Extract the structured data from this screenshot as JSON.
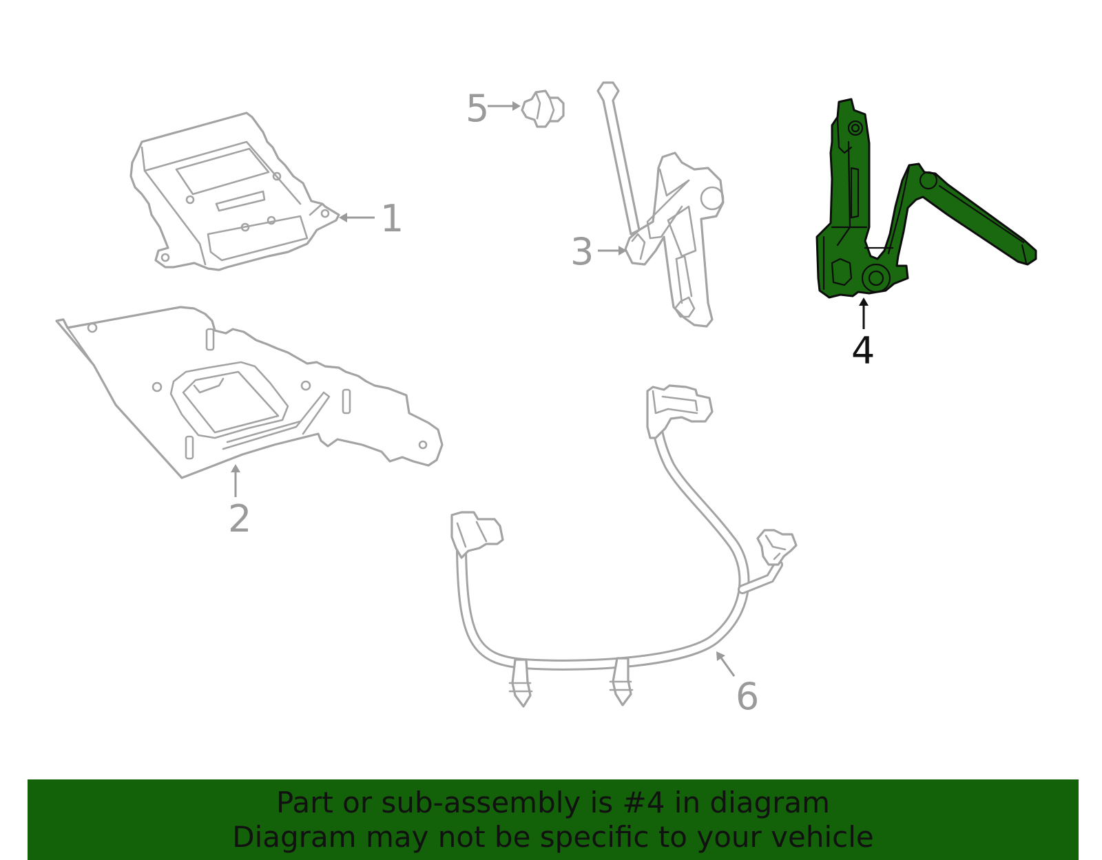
{
  "colors": {
    "highlight_fill": "#1a6910",
    "banner_bg": "#136108",
    "part_outline": "#a3a3a3",
    "highlight_outline": "#0c0c0c"
  },
  "callouts": [
    {
      "id": "1",
      "label": "1"
    },
    {
      "id": "2",
      "label": "2"
    },
    {
      "id": "3",
      "label": "3"
    },
    {
      "id": "4",
      "label": "4",
      "highlighted": true
    },
    {
      "id": "5",
      "label": "5"
    },
    {
      "id": "6",
      "label": "6"
    }
  ],
  "banner": {
    "line1": "Part or sub-assembly is #4 in diagram",
    "line2": "Diagram may not be specific to your vehicle"
  }
}
